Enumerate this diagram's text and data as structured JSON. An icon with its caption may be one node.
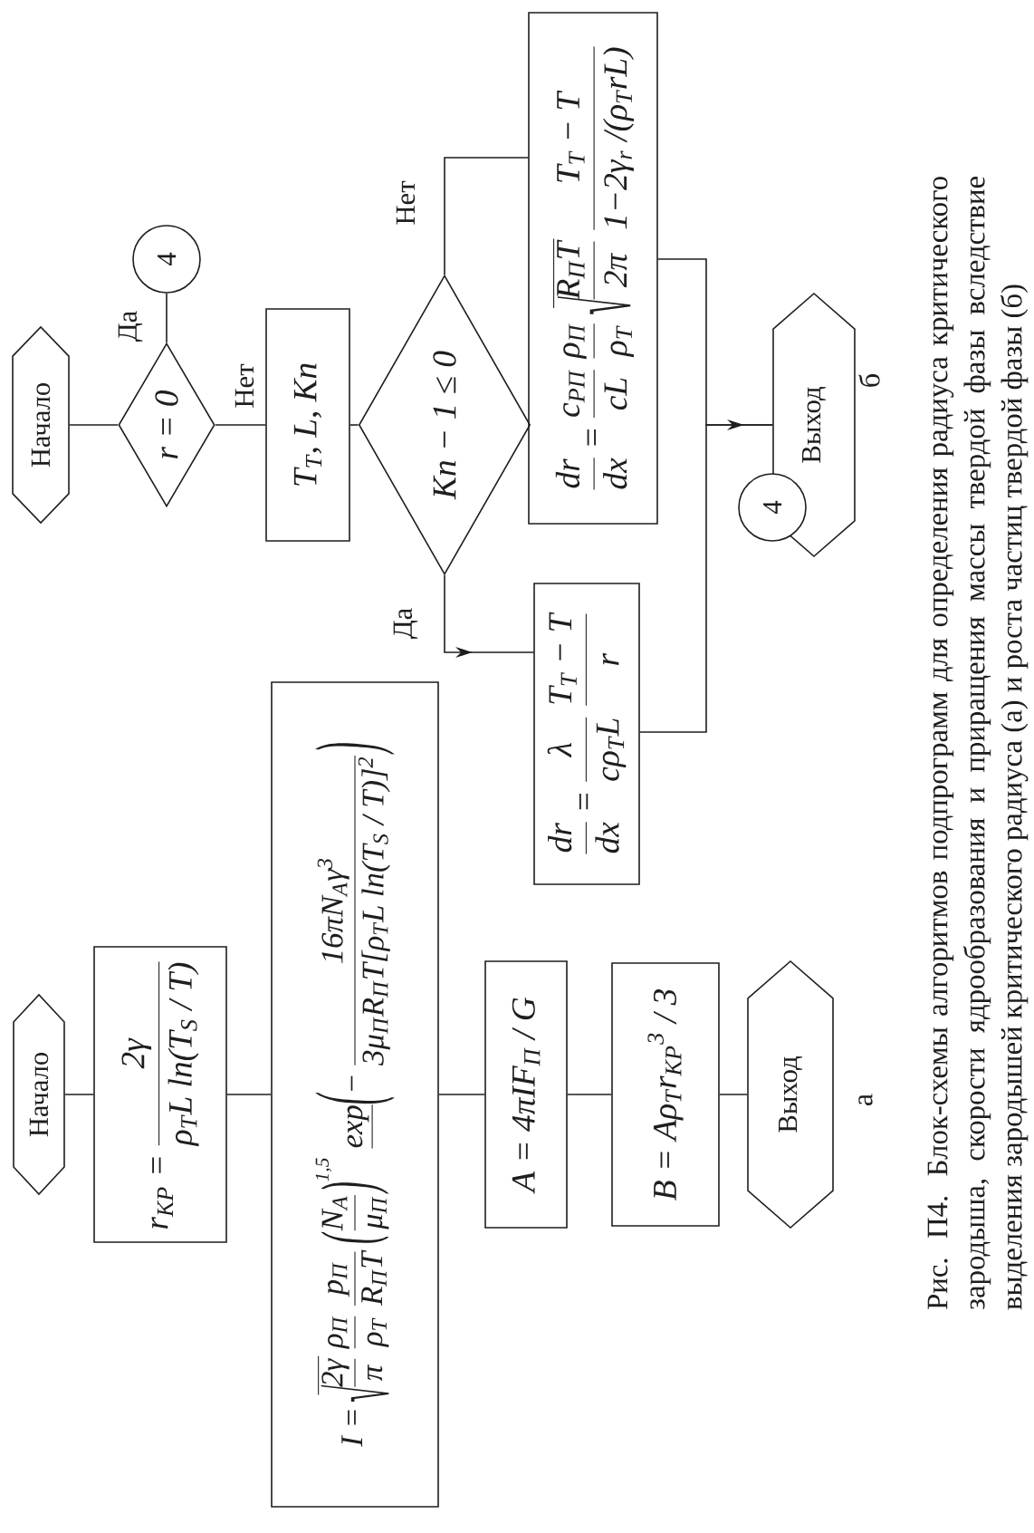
{
  "diagram": {
    "caption": "Рис. П4. Блок-схемы алгоритмов подпрограмм для определения радиуса критического зародыша, скорости ядрообразования и приращения массы твердой фазы вследствие выделения зародышей критического радиуса (а) и роста частиц твердой фазы (б)",
    "nodes": [
      {
        "text": [
          "Начало"
        ]
      },
      {
        "text": [
          "r$_{КР}$ =",
          "2γ",
          "ρ$_{Т}$L ln(T$_{S}$ / T)"
        ]
      },
      {
        "text": [
          "I =",
          "√",
          "2γ",
          "π",
          "ρ$_{П}$",
          "ρ$_{Т}$",
          "p$_{П}$",
          "R$_{П}$T",
          "(",
          "N$_{A}$",
          "μ$_{П}$",
          ")",
          "1,5",
          "exp",
          "(",
          "−",
          "16πN$_{A}$γ$^{3}$",
          "3μ$_{П}$R$_{П}$T[ρ$_{Т}$L ln(T$_{S}$ / T)]$^{2}$",
          ")"
        ]
      },
      {
        "text": [
          "A = 4πIF$_{П}$ / G"
        ]
      },
      {
        "text": [
          "B = Aρ$_{Т}$r$_{КР}$$^{3}$ / 3"
        ]
      },
      {
        "text": [
          "Выход"
        ]
      },
      {
        "text": [
          "Начало"
        ]
      },
      {
        "text": [
          "r = 0"
        ]
      },
      {
        "text": [
          "4"
        ]
      },
      {
        "text": [
          "T$_{Т}$, L, Kn"
        ]
      },
      {
        "text": [
          "Kn − 1 ≤ 0"
        ]
      },
      {
        "text": [
          "dr",
          "dx",
          "=",
          "λ",
          "cρ$_{Т}$L",
          "T$_{Т}$ − T",
          "r"
        ]
      },
      {
        "text": [
          "dr",
          "dx",
          "=",
          "c$_{РП}$",
          "cL",
          "ρ$_{П}$",
          "ρ$_{Т}$",
          "√",
          "R$_{П}$T",
          "2π",
          "T$_{Т}$ − T",
          "1−2γ$_{r}$ /(ρ$_{Т}$rL)"
        ]
      },
      {
        "text": [
          "Выход"
        ]
      },
      {
        "text": [
          "4"
        ]
      }
    ],
    "edges": [
      {
        "from": 0,
        "to": 1,
        "arrow": "none"
      },
      {
        "from": 1,
        "to": 2,
        "arrow": "none"
      },
      {
        "from": 2,
        "to": 3,
        "arrow": "none"
      },
      {
        "from": 3,
        "to": 4,
        "arrow": "none"
      },
      {
        "from": 4,
        "to": 5,
        "arrow": "none"
      },
      {
        "from": 6,
        "to": 7,
        "arrow": "none"
      },
      {
        "from": 7,
        "to": 8,
        "arrow": "none",
        "label": "Да"
      },
      {
        "from": 7,
        "to": 9,
        "arrow": "none",
        "label": "Нет"
      },
      {
        "from": 9,
        "to": 10,
        "arrow": "none"
      },
      {
        "from": 10,
        "to": 11,
        "arrow": "to",
        "label": "Да"
      },
      {
        "from": 10,
        "to": 12,
        "arrow": "none",
        "label": "Нет"
      },
      {
        "from": 12,
        "to": 13,
        "arrow": "to"
      },
      {
        "from": 11,
        "to": 13,
        "arrow": "none"
      }
    ],
    "labels": [
      "а",
      "б"
    ]
  }
}
